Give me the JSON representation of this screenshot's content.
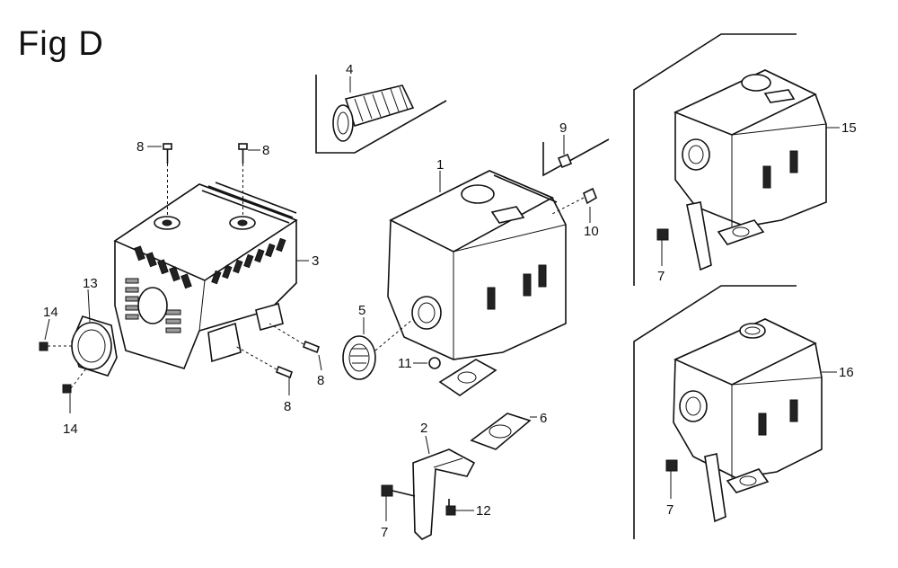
{
  "figure": {
    "title": "Fig D"
  },
  "callouts": {
    "c1": "1",
    "c2": "2",
    "c3": "3",
    "c4": "4",
    "c5": "5",
    "c6": "6",
    "c7a": "7",
    "c7b": "7",
    "c7c": "7",
    "c8a": "8",
    "c8b": "8",
    "c8c": "8",
    "c8d": "8",
    "c9": "9",
    "c10": "10",
    "c11": "11",
    "c12": "12",
    "c13": "13",
    "c14a": "14",
    "c14b": "14",
    "c15": "15",
    "c16": "16"
  }
}
